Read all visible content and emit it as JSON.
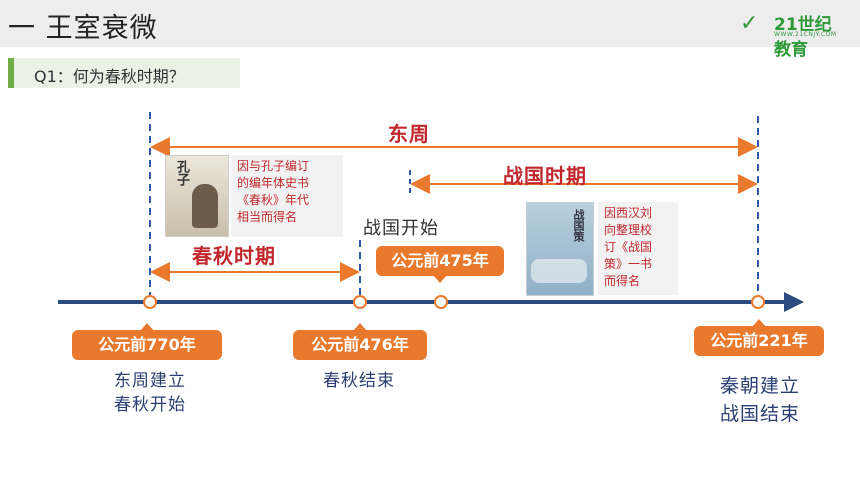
{
  "header": {
    "title": "一 王室衰微",
    "logo_text": "21世纪教育",
    "logo_sub": "WWW.21CNJY.COM"
  },
  "question": {
    "text": "Q1：何为春秋时期？"
  },
  "periods": {
    "dongzhou": "东周",
    "zhanguo": "战国时期",
    "chunqiu": "春秋时期",
    "zhanguo_start": "战国开始"
  },
  "notes": {
    "chunqiu": "因与孔子编订\n的编年体史书\n《春秋》年代\n相当而得名",
    "zhanguo": "因西汉刘\n向整理校\n订《战国\n策》一书\n而得名"
  },
  "books": {
    "chunqiu_cover": "孔子",
    "zhanguo_cover": "战国策"
  },
  "dates": {
    "d770": "公元前770年",
    "d476": "公元前476年",
    "d475": "公元前475年",
    "d221": "公元前221年"
  },
  "events": {
    "e770": "东周建立\n春秋开始",
    "e476": "春秋结束",
    "e221": "秦朝建立\n战国结束"
  },
  "colors": {
    "accent": "#e9792d",
    "red": "#c0282e",
    "axis": "#2b4c7e",
    "green": "#70ad47"
  }
}
